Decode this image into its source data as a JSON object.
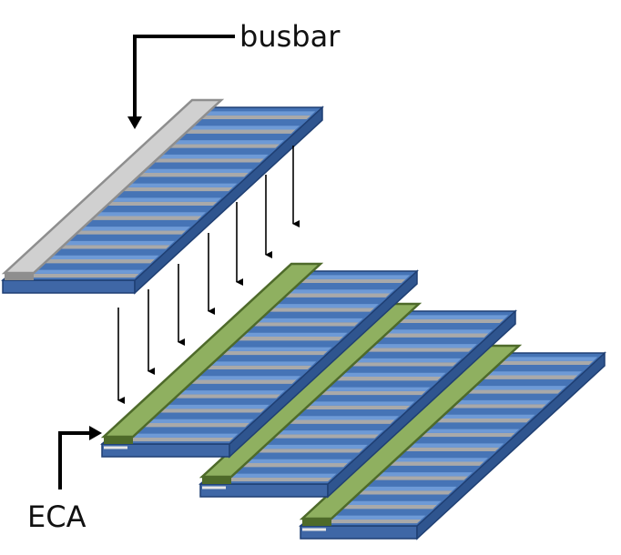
{
  "labels": {
    "busbar": "busbar",
    "eca": "ECA"
  },
  "colors": {
    "background": "#ffffff",
    "cell_side": "#3f67a6",
    "cell_top": "#4674b6",
    "cell_edge": "#1f3f73",
    "finger_gray": "#a9a9a9",
    "finger_blue": "#6e9ad6",
    "busbar": "#d0d0d0",
    "busbar_edge": "#8e8e8e",
    "eca": "#8fb060",
    "eca_edge": "#4e6a2a",
    "arrow": "#000000"
  },
  "icons": {
    "busbar_pointer": "elbow-arrow-down",
    "eca_pointer": "elbow-arrow-right",
    "placement_arrows": "down-arrow"
  }
}
